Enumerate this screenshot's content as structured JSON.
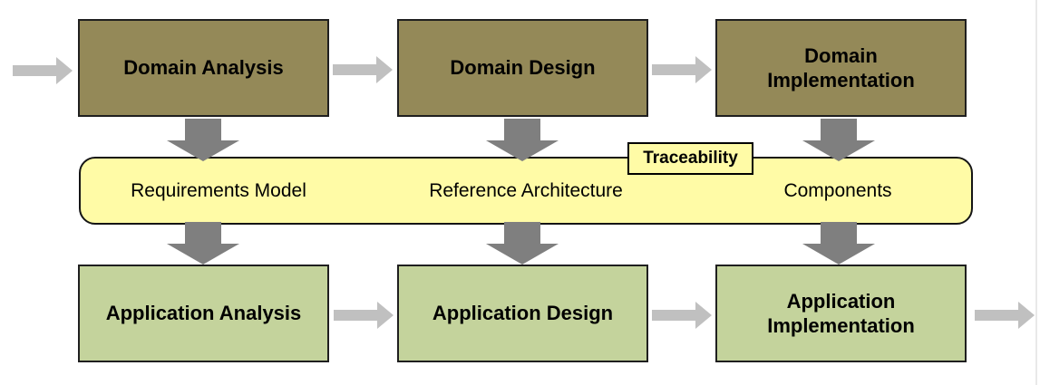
{
  "diagram": {
    "top_row": {
      "boxes": [
        {
          "label": "Domain Analysis"
        },
        {
          "label": "Domain Design"
        },
        {
          "label": "Domain\nImplementation"
        }
      ]
    },
    "band": {
      "labels": [
        "Requirements Model",
        "Reference Architecture",
        "Components"
      ],
      "tag": "Traceability"
    },
    "bottom_row": {
      "boxes": [
        {
          "label": "Application Analysis"
        },
        {
          "label": "Application Design"
        },
        {
          "label": "Application\nImplementation"
        }
      ]
    },
    "colors": {
      "domain_box_fill": "#948958",
      "application_box_fill": "#c4d39c",
      "band_fill": "#fffba6",
      "tag_fill": "#fffba6",
      "box_border": "#1f1f1f",
      "arrow_dark": "#7f7f7f",
      "arrow_light": "#c0c0c0",
      "page_edge_line": "#e9e9e9"
    }
  }
}
